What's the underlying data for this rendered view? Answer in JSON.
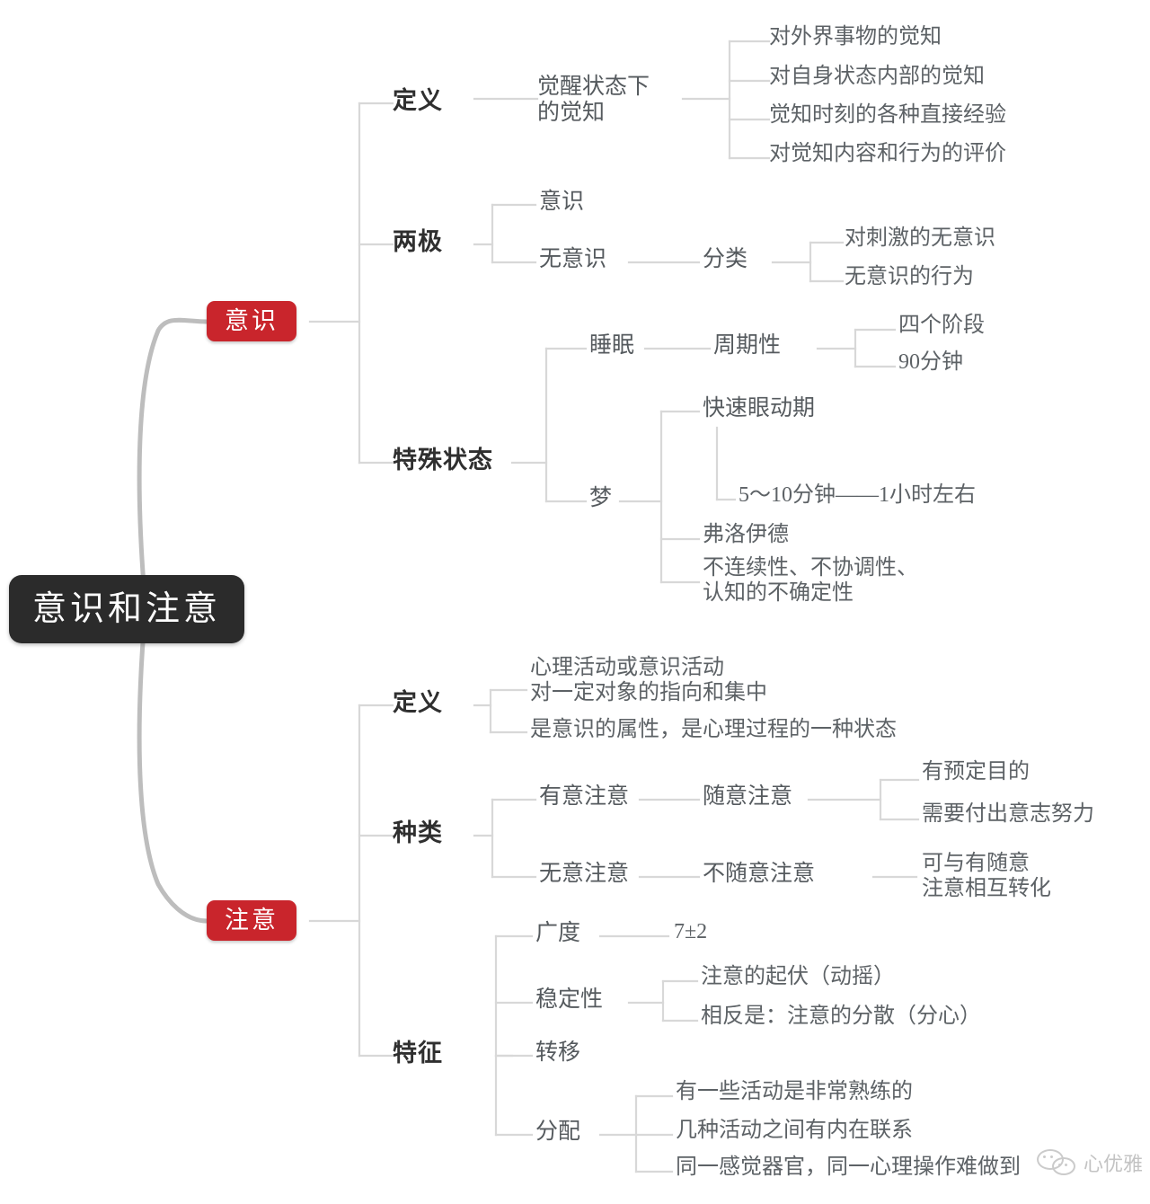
{
  "title": "意识和注意",
  "theme": {
    "root_bg": "#2b2b2b",
    "branch_bg": "#c9252c",
    "link_color": "#d6d6d6",
    "trunk_color": "#bdbdbd",
    "text_dark": "#2f2f2f",
    "text_light": "#5d6266",
    "page_bg": "#ffffff"
  },
  "watermark": {
    "label": "心优雅",
    "icon": "wechat-bubbles-icon"
  },
  "mindmap": {
    "root": "意识和注意",
    "branches": [
      {
        "label": "意识",
        "children": [
          {
            "label": "定义",
            "children": [
              {
                "label": "觉醒状态下\n的觉知",
                "children": [
                  {
                    "label": "对外界事物的觉知"
                  },
                  {
                    "label": "对自身状态内部的觉知"
                  },
                  {
                    "label": "觉知时刻的各种直接经验"
                  },
                  {
                    "label": "对觉知内容和行为的评价"
                  }
                ]
              }
            ]
          },
          {
            "label": "两极",
            "children": [
              {
                "label": "意识"
              },
              {
                "label": "无意识",
                "children": [
                  {
                    "label": "分类",
                    "children": [
                      {
                        "label": "对刺激的无意识"
                      },
                      {
                        "label": "无意识的行为"
                      }
                    ]
                  }
                ]
              }
            ]
          },
          {
            "label": "特殊状态",
            "children": [
              {
                "label": "睡眠",
                "children": [
                  {
                    "label": "周期性",
                    "children": [
                      {
                        "label": "四个阶段"
                      },
                      {
                        "label": "90分钟"
                      }
                    ]
                  }
                ]
              },
              {
                "label": "梦",
                "children": [
                  {
                    "label": "快速眼动期",
                    "children": [
                      {
                        "label": "5～10分钟——1小时左右"
                      }
                    ]
                  },
                  {
                    "label": "弗洛伊德"
                  },
                  {
                    "label": "不连续性、不协调性、\n认知的不确定性"
                  }
                ]
              }
            ]
          }
        ]
      },
      {
        "label": "注意",
        "children": [
          {
            "label": "定义",
            "children": [
              {
                "label": "心理活动或意识活动\n对一定对象的指向和集中"
              },
              {
                "label": "是意识的属性，是心理过程的一种状态"
              }
            ]
          },
          {
            "label": "种类",
            "children": [
              {
                "label": "有意注意",
                "children": [
                  {
                    "label": "随意注意",
                    "children": [
                      {
                        "label": "有预定目的"
                      },
                      {
                        "label": "需要付出意志努力"
                      }
                    ]
                  }
                ]
              },
              {
                "label": "无意注意",
                "children": [
                  {
                    "label": "不随意注意",
                    "children": [
                      {
                        "label": "可与有随意\n注意相互转化"
                      }
                    ]
                  }
                ]
              }
            ]
          },
          {
            "label": "特征",
            "children": [
              {
                "label": "广度",
                "children": [
                  {
                    "label": "7±2"
                  }
                ]
              },
              {
                "label": "稳定性",
                "children": [
                  {
                    "label": "注意的起伏（动摇）"
                  },
                  {
                    "label": "相反是：注意的分散（分心）"
                  }
                ]
              },
              {
                "label": "转移"
              },
              {
                "label": "分配",
                "children": [
                  {
                    "label": "有一些活动是非常熟练的"
                  },
                  {
                    "label": "几种活动之间有内在联系"
                  },
                  {
                    "label": "同一感觉器官，同一心理操作难做到"
                  }
                ]
              }
            ]
          }
        ]
      }
    ]
  }
}
